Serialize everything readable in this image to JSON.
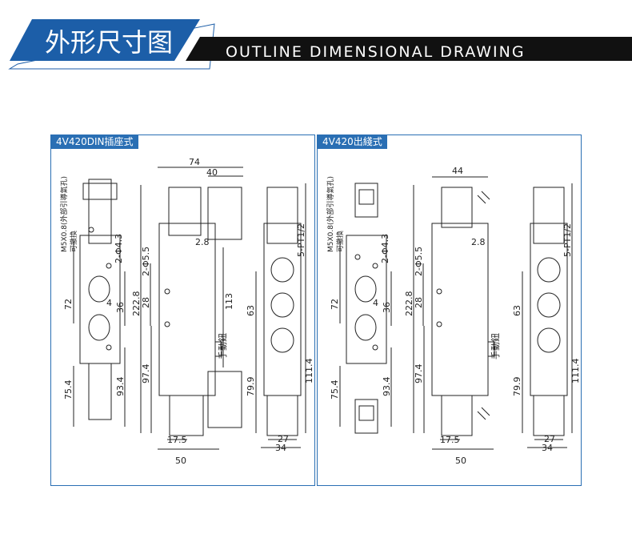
{
  "header": {
    "title_cn": "外形尺寸图",
    "title_en": "OUTLINE DIMENSIONAL DRAWING",
    "accent_color": "#1c5ea8",
    "bar_color": "#111111"
  },
  "panels": [
    {
      "tag": "4V420DIN插座式",
      "labels": {
        "m5": "M5X0.8(外部引導氣孔)",
        "manual_top": "可撤換",
        "phi43": "2-Φ4.3",
        "phi55": "2-Φ5.5",
        "pt12": "5-PT1/2",
        "manual": "手動鈕"
      },
      "dims": {
        "d74": "74",
        "d40": "40",
        "d28a": "2.8",
        "d72": "72",
        "d4": "4",
        "d36": "36",
        "d2228": "222.8",
        "d28": "28",
        "d113": "113",
        "d63": "63",
        "d974": "97.4",
        "d754": "75.4",
        "d934": "93.4",
        "d799": "79.9",
        "d1114": "111.4",
        "d175": "17.5",
        "d50": "50",
        "d27": "27",
        "d34": "34"
      }
    },
    {
      "tag": "4V420出綫式",
      "labels": {
        "m5": "M5X0.8(外部引導氣孔)",
        "manual_top": "可撤換",
        "phi43": "2-Φ4.3",
        "phi55": "2-Φ5.5",
        "pt12": "5-PT1/2",
        "manual": "手動鈕"
      },
      "dims": {
        "d44": "44",
        "d28a": "2.8",
        "d72": "72",
        "d4": "4",
        "d36": "36",
        "d2228": "222.8",
        "d28": "28",
        "d63": "63",
        "d974": "97.4",
        "d754": "75.4",
        "d934": "93.4",
        "d799": "79.9",
        "d1114": "111.4",
        "d175": "17.5",
        "d50": "50",
        "d27": "27",
        "d34": "34"
      }
    }
  ]
}
